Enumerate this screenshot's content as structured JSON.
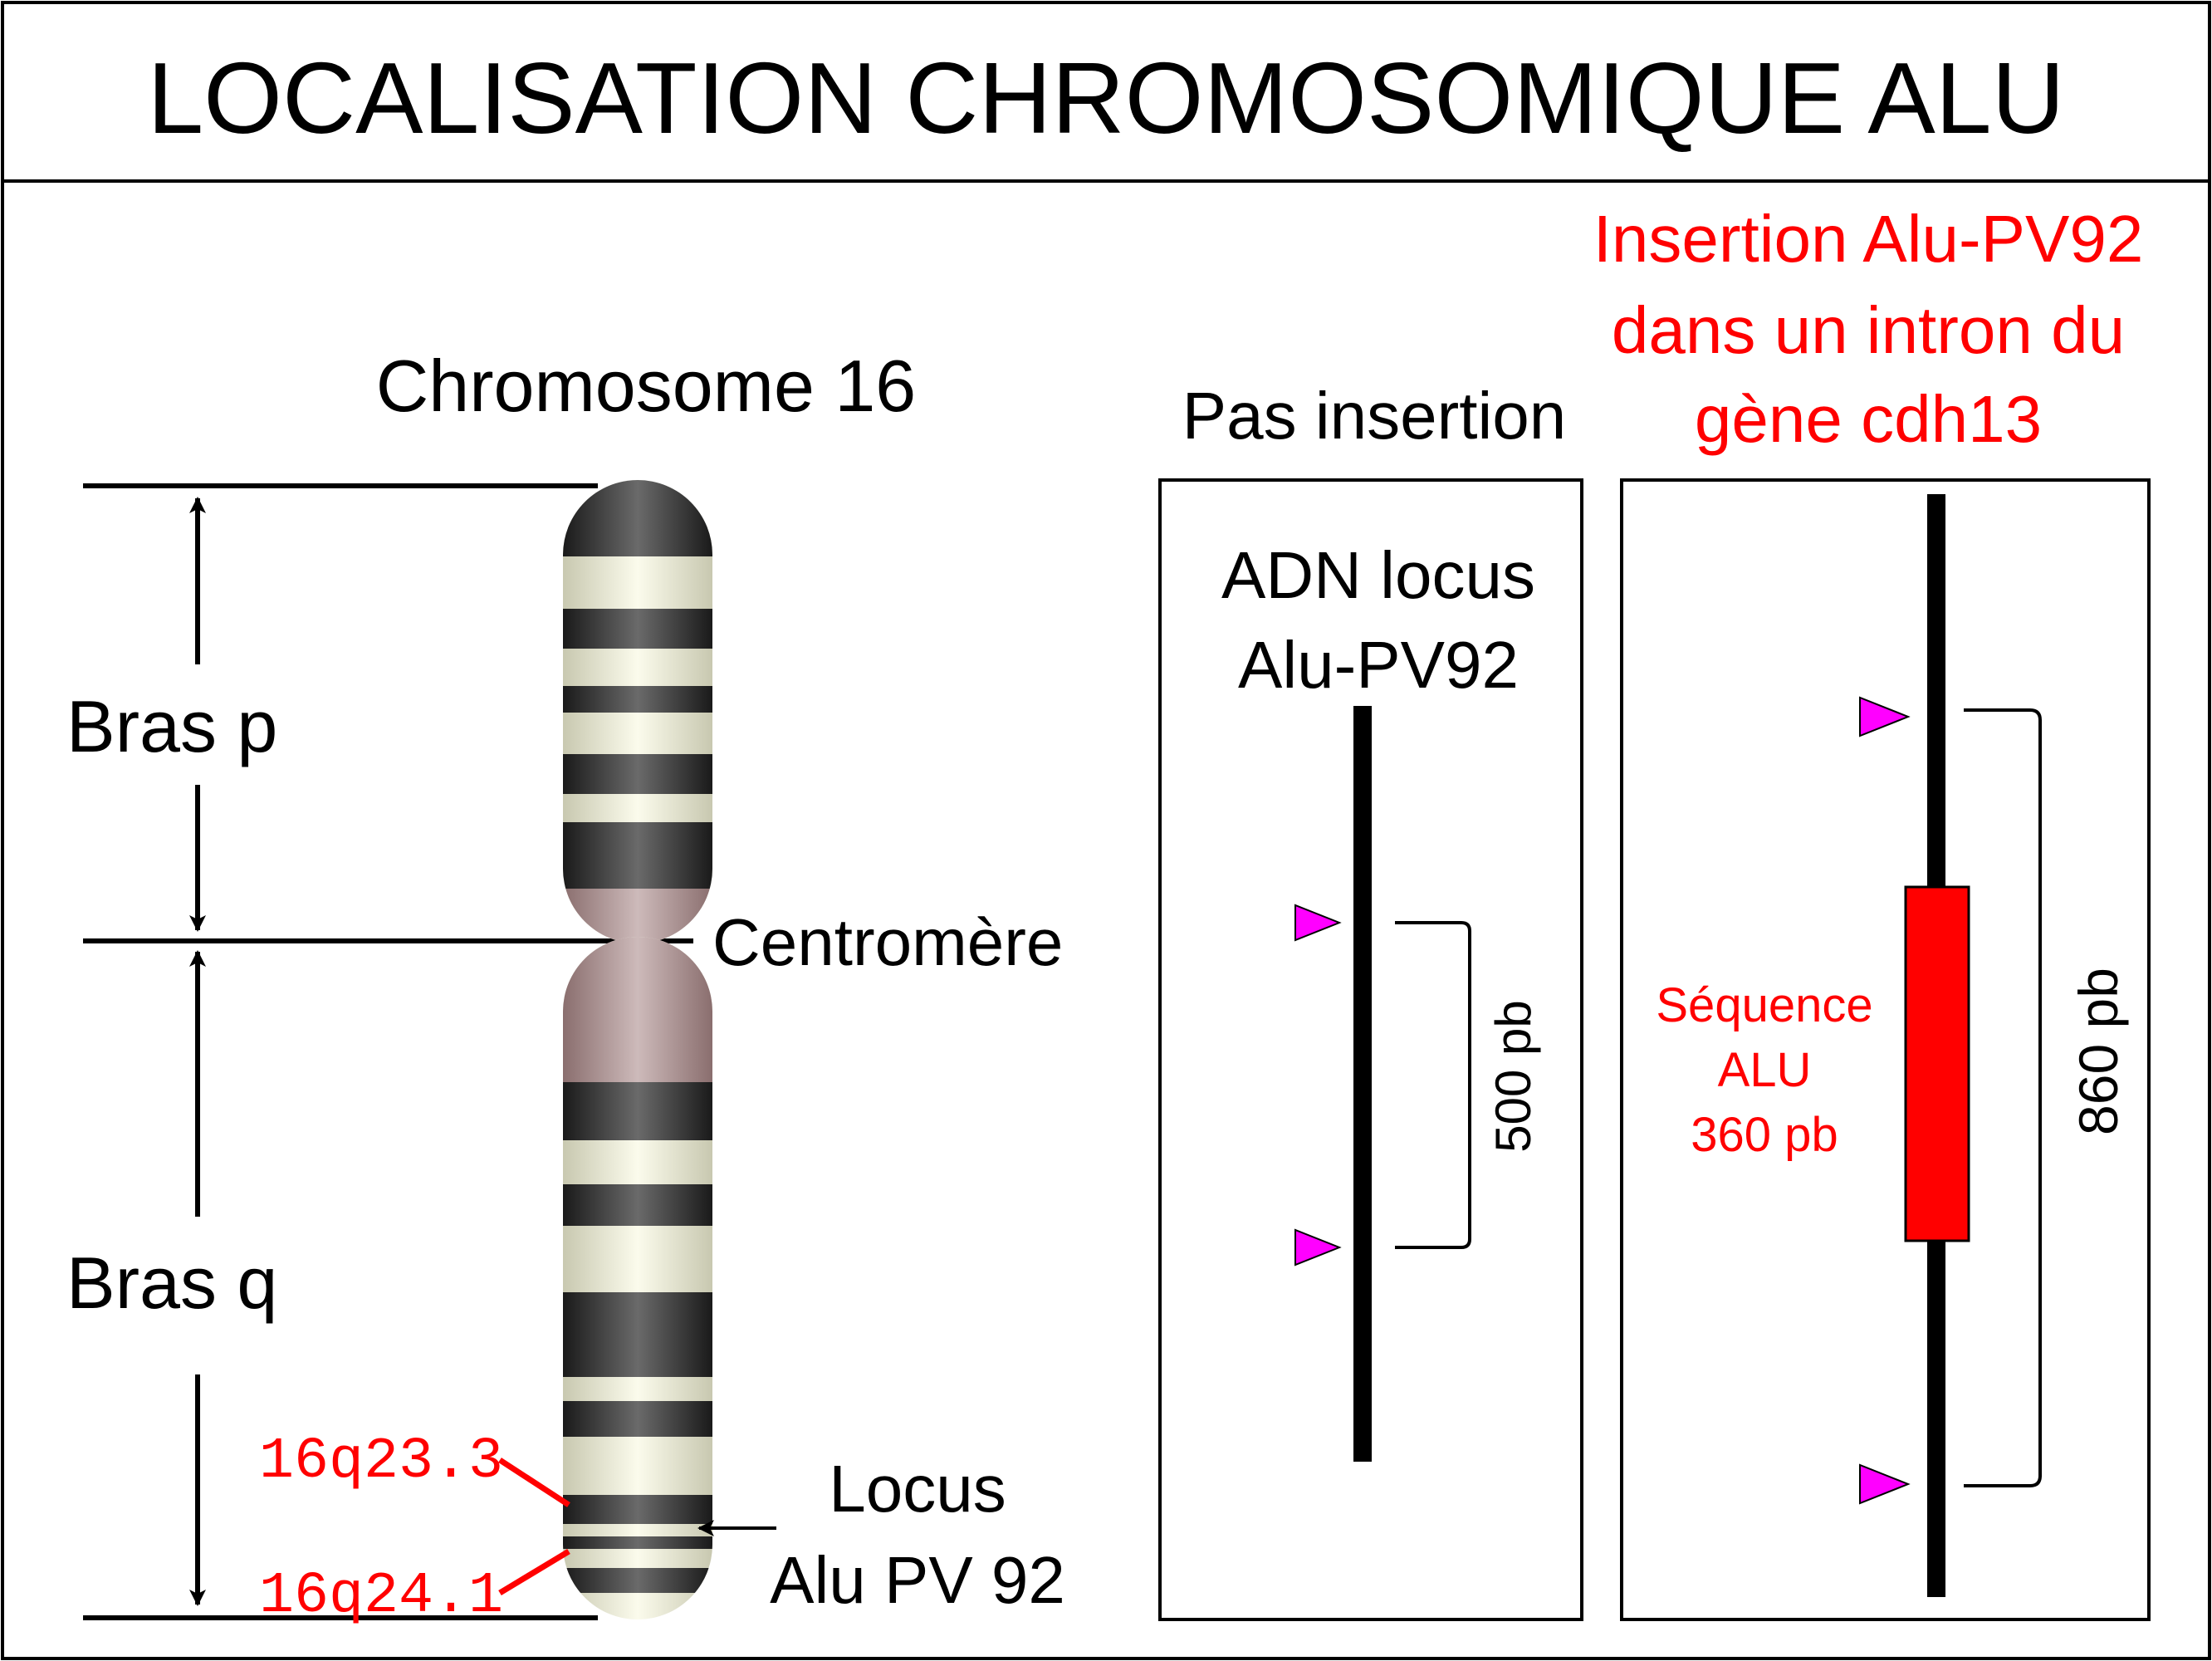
{
  "title": "LOCALISATION CHROMOSOMIQUE ALU",
  "chromosome": {
    "name": "Chromosome 16",
    "arm_p": "Bras p",
    "arm_q": "Bras q",
    "centromere": "Centromère",
    "band_upper": "16q23.3",
    "band_lower": "16q24.1",
    "locus_line1": "Locus",
    "locus_line2": "Alu PV 92"
  },
  "panel_no_insertion": {
    "header": "Pas insertion",
    "label_line1": "ADN locus",
    "label_line2": "Alu-PV92",
    "size": "500 pb"
  },
  "panel_insertion": {
    "header_line1": "Insertion Alu-PV92",
    "header_line2": "dans un intron du",
    "header_line3": "gène cdh13",
    "alu_line1": "Séquence",
    "alu_line2": "ALU",
    "alu_line3": "360 pb",
    "size": "860 pb"
  },
  "colors": {
    "text": "#000000",
    "highlight": "#ff0000",
    "primer": "#ff00ff",
    "alu_block": "#ff0000",
    "band_dark": "#2a2a2a",
    "band_light": "#f3f3df",
    "centromere": "#a89090"
  }
}
